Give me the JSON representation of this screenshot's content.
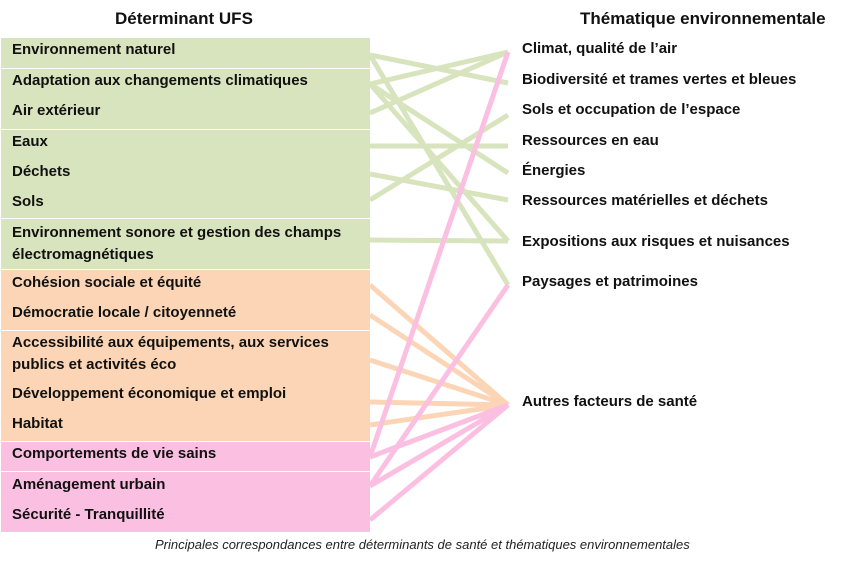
{
  "headers": {
    "left": "Déterminant UFS",
    "right": "Thématique environnementale"
  },
  "colors": {
    "green": "#d7e4bd",
    "orange": "#fbd5b5",
    "pink": "#fbbfe1"
  },
  "left_items": [
    "Environnement naturel",
    "Adaptation aux changements climatiques",
    "Air extérieur",
    "Eaux",
    "Déchets",
    "Sols",
    "Environnement sonore et gestion des champs électromagnétiques",
    "Cohésion sociale et équité",
    "Démocratie locale / citoyenneté",
    "Accessibilité aux équipements, aux services publics et activités éco",
    "Développement économique et emploi",
    "Habitat",
    "Comportements de vie sains",
    "Aménagement urbain",
    "Sécurité - Tranquillité"
  ],
  "left_item_lines": {
    "6": [
      "Environnement sonore et gestion des champs",
      "électromagnétiques"
    ],
    "9": [
      "Accessibilité aux équipements, aux services",
      "publics et activités éco"
    ]
  },
  "right_items": [
    "Climat, qualité de l’air",
    "Biodiversité et trames vertes et bleues",
    "Sols et occupation de l’espace",
    "Ressources en eau",
    "Énergies",
    "Ressources matérielles et déchets",
    "Expositions aux risques et nuisances",
    "Paysages et patrimoines",
    "Autres facteurs de santé"
  ],
  "connections": [
    {
      "from": 0,
      "to": 1,
      "color": "green"
    },
    {
      "from": 0,
      "to": 7,
      "color": "green"
    },
    {
      "from": 1,
      "to": 0,
      "color": "green"
    },
    {
      "from": 1,
      "to": 4,
      "color": "green"
    },
    {
      "from": 1,
      "to": 6,
      "color": "green"
    },
    {
      "from": 2,
      "to": 0,
      "color": "green"
    },
    {
      "from": 3,
      "to": 3,
      "color": "green"
    },
    {
      "from": 4,
      "to": 5,
      "color": "green"
    },
    {
      "from": 5,
      "to": 2,
      "color": "green"
    },
    {
      "from": 6,
      "to": 6,
      "color": "green"
    },
    {
      "from": 7,
      "to": 8,
      "color": "orange"
    },
    {
      "from": 8,
      "to": 8,
      "color": "orange"
    },
    {
      "from": 9,
      "to": 8,
      "color": "orange"
    },
    {
      "from": 10,
      "to": 8,
      "color": "orange"
    },
    {
      "from": 11,
      "to": 8,
      "color": "orange"
    },
    {
      "from": 12,
      "to": 0,
      "color": "pink"
    },
    {
      "from": 12,
      "to": 8,
      "color": "pink"
    },
    {
      "from": 13,
      "to": 7,
      "color": "pink"
    },
    {
      "from": 13,
      "to": 8,
      "color": "pink"
    },
    {
      "from": 14,
      "to": 8,
      "color": "pink"
    }
  ],
  "caption": "Principales correspondances entre déterminants de santé et thématiques environnementales"
}
